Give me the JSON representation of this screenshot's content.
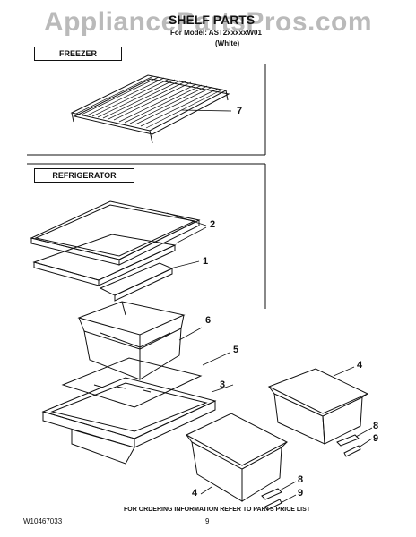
{
  "watermark": "AppliancePartsPros.com",
  "header": {
    "title": "SHELF PARTS",
    "model_line": "For Model: AST2xxxxxW01",
    "color": "(White)"
  },
  "sections": {
    "freezer": "FREEZER",
    "refrigerator": "REFRIGERATOR"
  },
  "callouts": {
    "freezer_shelf": "7",
    "shelf_frame": "2",
    "shelf_glass": "1",
    "crisper_drawer": "6",
    "glass_insert": "5",
    "crisper_cover": "3",
    "pan_upper": "4",
    "pan_lower": "4",
    "slide_upper": "8",
    "clip_upper": "9",
    "slide_lower": "8",
    "clip_lower": "9"
  },
  "footer": {
    "doc_number": "W10467033",
    "page_number": "9",
    "ordering_note": "FOR ORDERING INFORMATION REFER TO PARTS PRICE LIST"
  }
}
